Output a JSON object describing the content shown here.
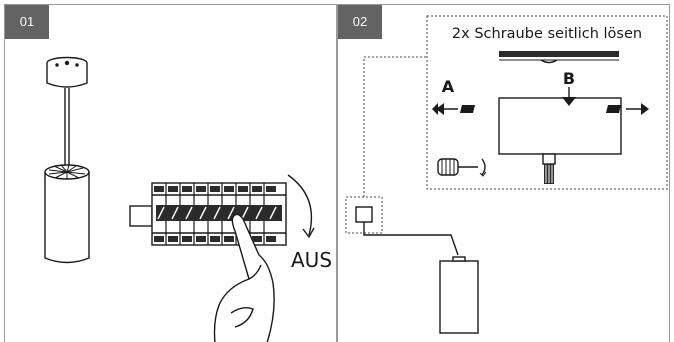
{
  "panels": [
    {
      "number": "01",
      "label_off": "AUS"
    },
    {
      "number": "02",
      "caption": "2x Schraube seitlich lösen",
      "label_a": "A",
      "label_b": "B"
    }
  ]
}
